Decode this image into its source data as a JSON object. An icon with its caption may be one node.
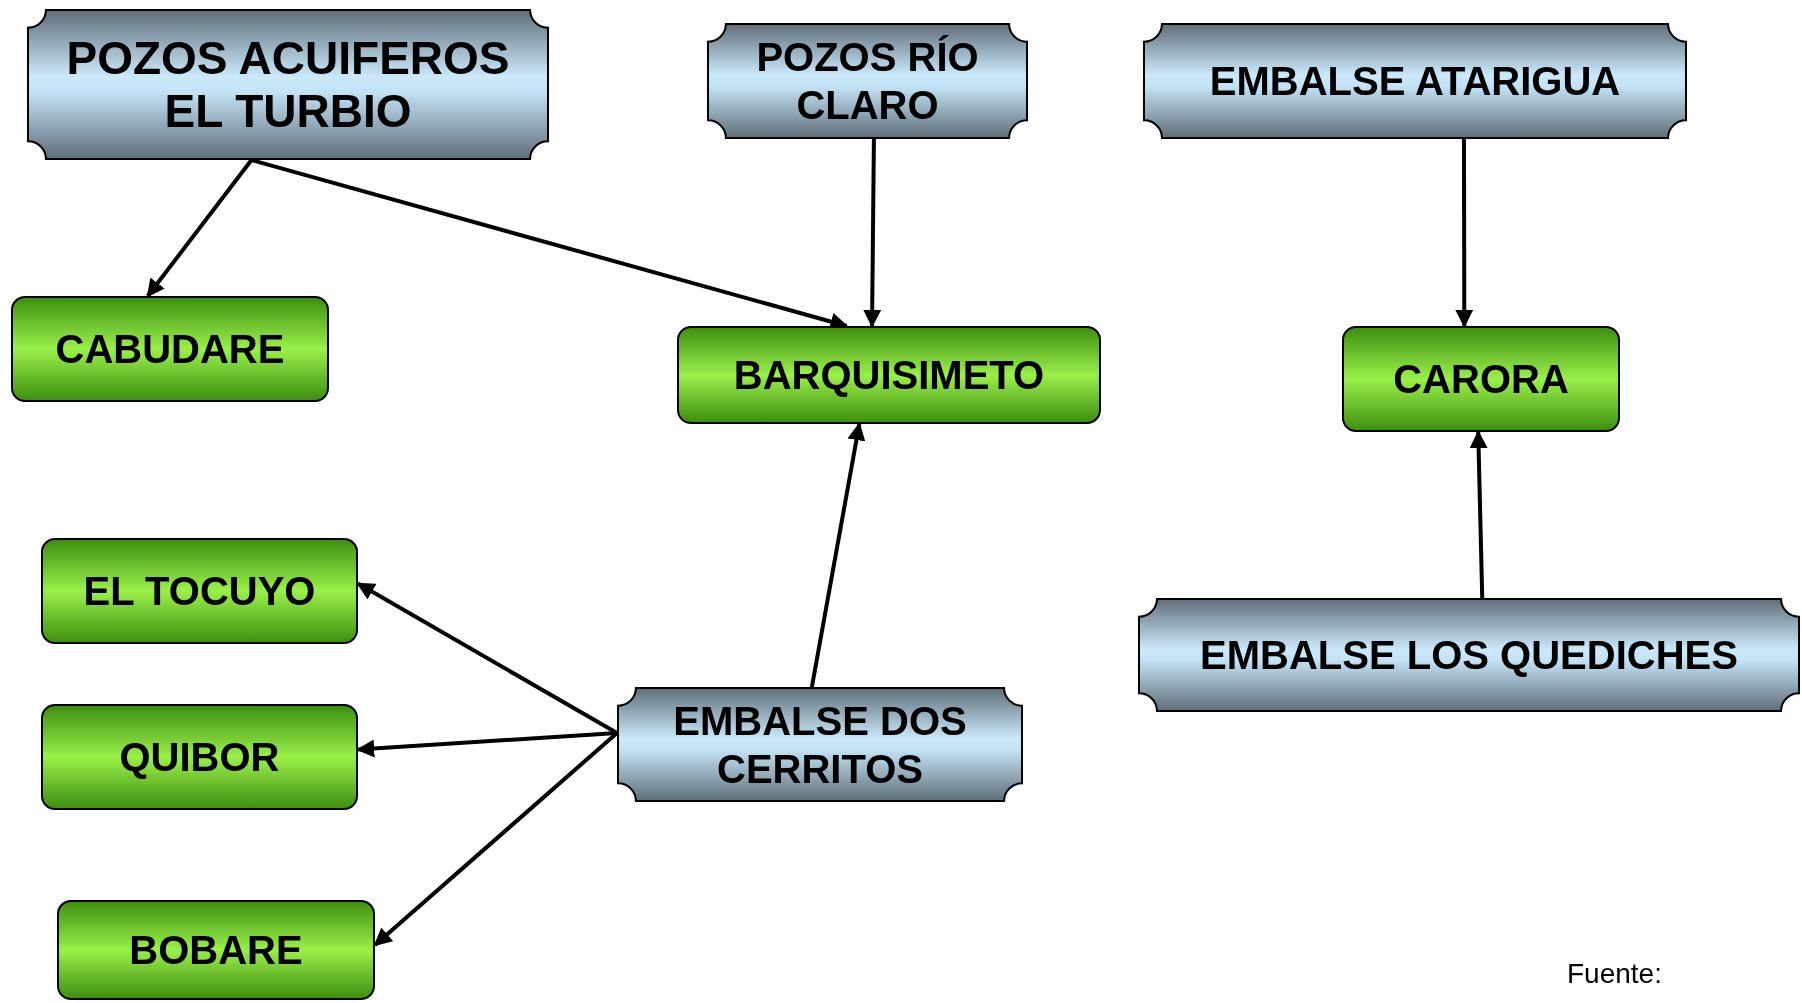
{
  "diagram": {
    "nodes": [
      {
        "text": [
          "POZOS ACUIFEROS EL TURBIO"
        ]
      },
      {
        "text": [
          "POZOS RÍO CLARO"
        ]
      },
      {
        "text": [
          "EMBALSE ATARIGUA"
        ]
      },
      {
        "text": [
          "CABUDARE"
        ]
      },
      {
        "text": [
          "BARQUISIMETO"
        ]
      },
      {
        "text": [
          "CARORA"
        ]
      },
      {
        "text": [
          "EL TOCUYO"
        ]
      },
      {
        "text": [
          "EMBALSE LOS QUEDICHES"
        ]
      },
      {
        "text": [
          "QUIBOR"
        ]
      },
      {
        "text": [
          "EMBALSE DOS CERRITOS"
        ]
      },
      {
        "text": [
          "BOBARE"
        ]
      }
    ],
    "edges": [
      {
        "from": 0,
        "to": 3,
        "arrow": "to"
      },
      {
        "from": 0,
        "to": 4,
        "arrow": "to"
      },
      {
        "from": 1,
        "to": 4,
        "arrow": "to"
      },
      {
        "from": 2,
        "to": 5,
        "arrow": "to"
      },
      {
        "from": 9,
        "to": 4,
        "arrow": "to"
      },
      {
        "from": 7,
        "to": 5,
        "arrow": "to"
      },
      {
        "from": 9,
        "to": 6,
        "arrow": "to"
      },
      {
        "from": 9,
        "to": 8,
        "arrow": "to"
      },
      {
        "from": 9,
        "to": 10,
        "arrow": "to"
      }
    ],
    "labels": [
      "Fuente:"
    ]
  }
}
